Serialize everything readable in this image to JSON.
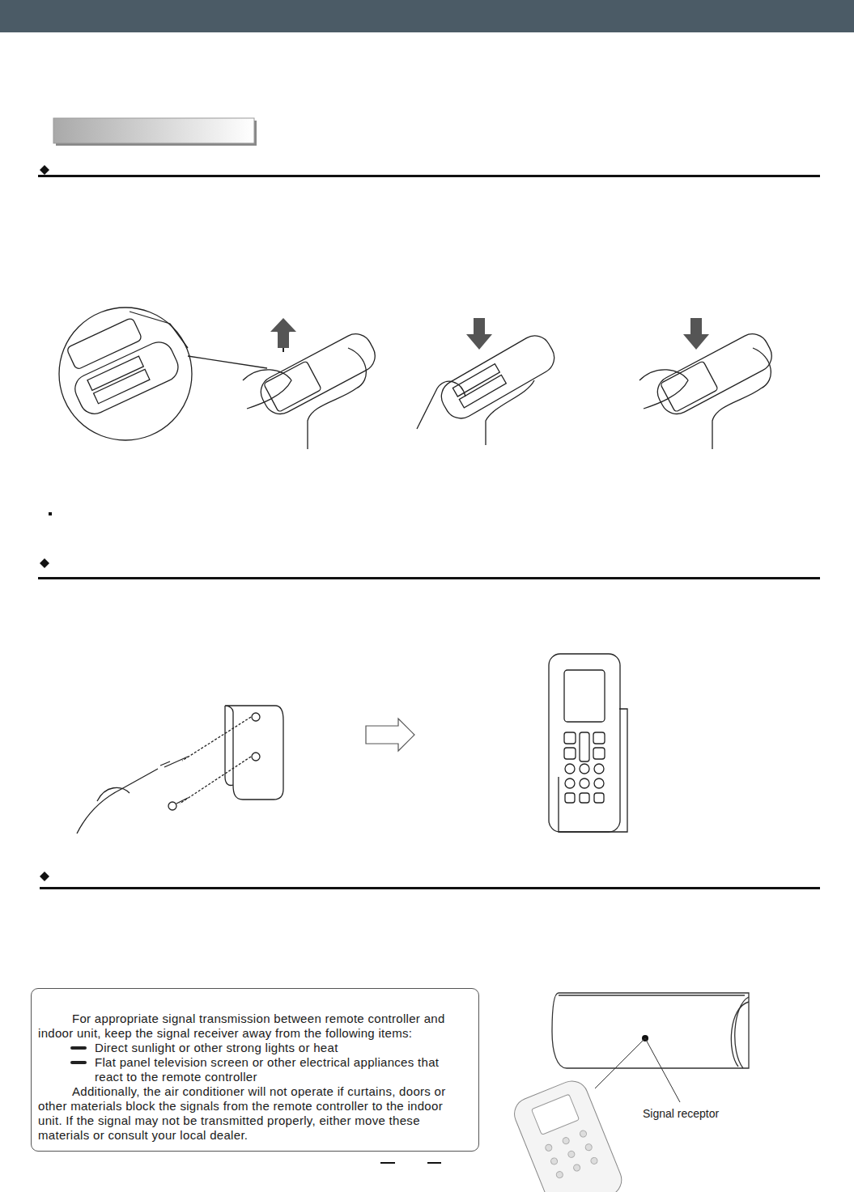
{
  "diagram": {
    "nodes": [
      {
        "text": [
          "For appropriate signal transmission between remote controller and indoor unit, keep the signal receiver away from the following items:",
          "Direct sunlight or other strong lights or heat",
          "Flat panel television screen or other electrical appliances that react to the remote controller",
          "Additionally, the air conditioner will not operate if curtains, doors or other materials block the signals from the remote controller to the indoor unit. If the signal may not be transmitted properly, either move these materials or consult your local dealer."
        ]
      }
    ],
    "labels": [
      "Signal receptor"
    ]
  }
}
